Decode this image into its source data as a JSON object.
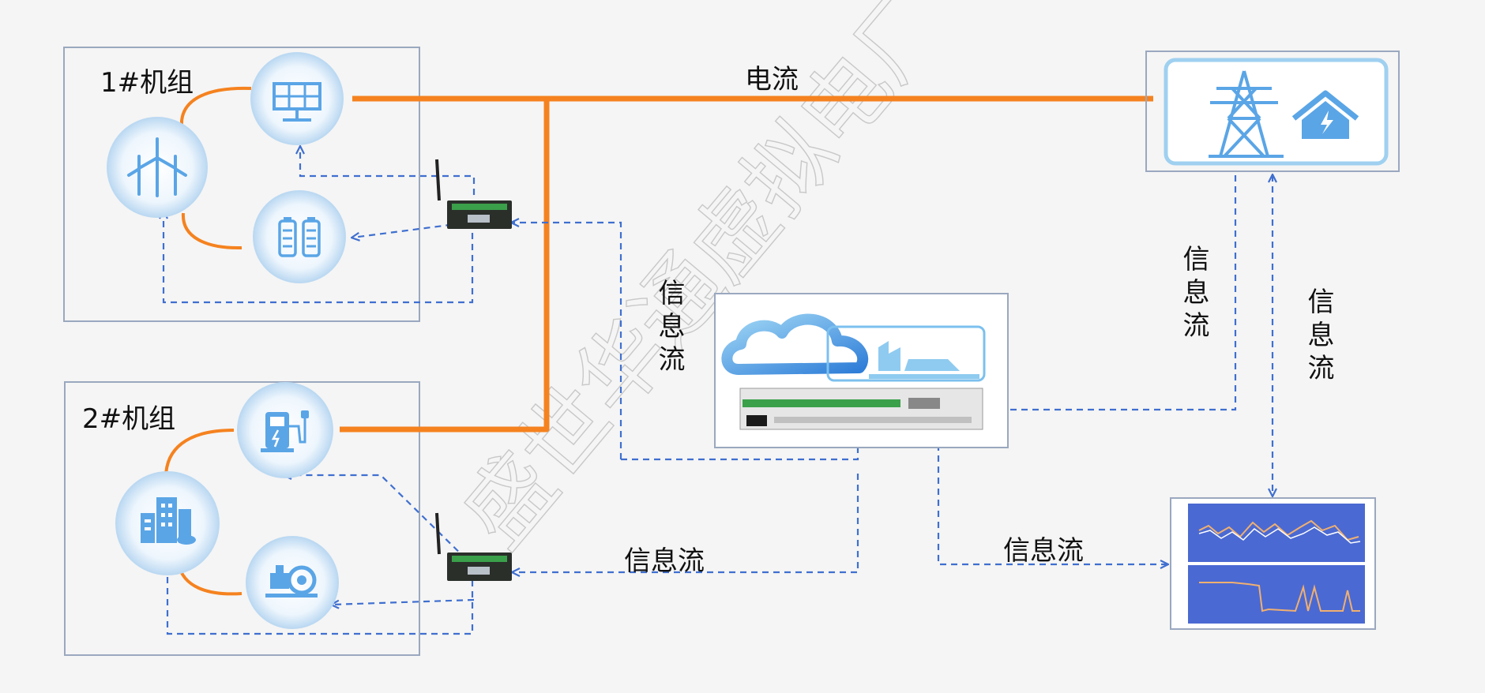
{
  "unit1": {
    "label": "1#机组"
  },
  "unit2": {
    "label": "2#机组"
  },
  "flows": {
    "power": "电流",
    "info_a": "信息流",
    "info_b": "信息流",
    "info_c": "信息流",
    "info_d": "信息流",
    "info_e": "信息流"
  },
  "watermark": "盛世华通虚拟电厂",
  "colors": {
    "power_line": "#f5821f",
    "info_line": "#3f6fd0",
    "icon_fill": "#5aa5e6",
    "box_border": "#9aa8bf"
  },
  "icons": {
    "unit1": [
      "solar-panel-icon",
      "wind-turbine-icon",
      "battery-icon",
      "rtu-gateway-icon"
    ],
    "unit2": [
      "ev-charger-icon",
      "building-icon",
      "pump-motor-icon",
      "rtu-gateway-icon"
    ],
    "grid": [
      "power-tower-icon",
      "smart-home-icon"
    ],
    "platform": [
      "cloud-icon",
      "factory-icon",
      "server-rack-icon"
    ],
    "monitor": [
      "trend-chart-icon"
    ]
  }
}
